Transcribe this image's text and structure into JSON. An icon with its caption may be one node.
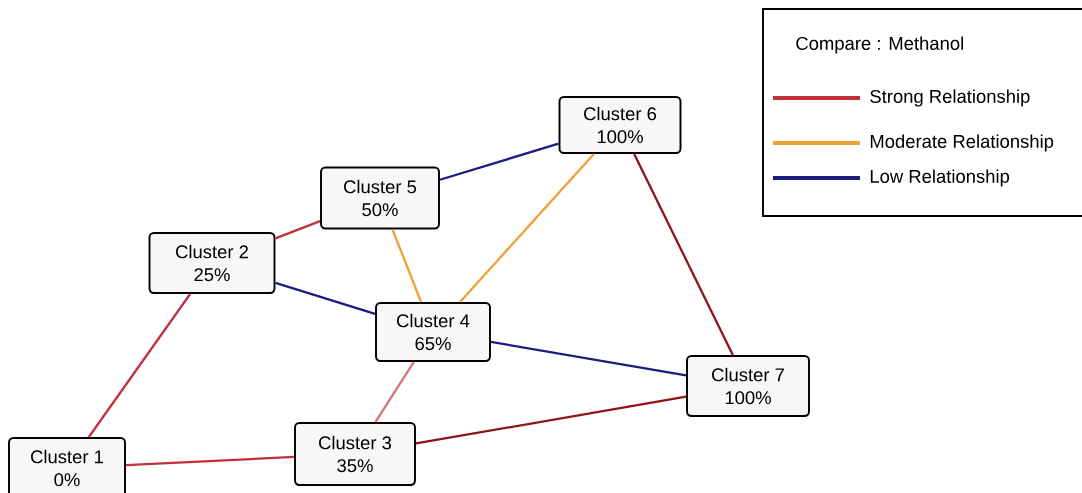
{
  "diagram": {
    "nodes": [
      {
        "text": [
          "Cluster 1",
          "0%"
        ]
      },
      {
        "text": [
          "Cluster 2",
          "25%"
        ]
      },
      {
        "text": [
          "Cluster 3",
          "35%"
        ]
      },
      {
        "text": [
          "Cluster 4",
          "65%"
        ]
      },
      {
        "text": [
          "Cluster 5",
          "50%"
        ]
      },
      {
        "text": [
          "Cluster 6",
          "100%"
        ]
      },
      {
        "text": [
          "Cluster 7",
          "100%"
        ]
      }
    ],
    "edges": [
      {
        "from": 0,
        "to": 1,
        "arrow": "none",
        "color": "#c2303c"
      },
      {
        "from": 0,
        "to": 2,
        "arrow": "none",
        "color": "#c2303c"
      },
      {
        "from": 1,
        "to": 4,
        "arrow": "none",
        "color": "#c2303c"
      },
      {
        "from": 1,
        "to": 3,
        "arrow": "none",
        "color": "#1c1c80"
      },
      {
        "from": 4,
        "to": 3,
        "arrow": "none",
        "color": "#f0a035"
      },
      {
        "from": 4,
        "to": 5,
        "arrow": "none",
        "color": "#1c1c80"
      },
      {
        "from": 5,
        "to": 3,
        "arrow": "none",
        "color": "#f0a035"
      },
      {
        "from": 5,
        "to": 6,
        "arrow": "none",
        "color": "#8e1418"
      },
      {
        "from": 3,
        "to": 6,
        "arrow": "none",
        "color": "#1c1c80"
      },
      {
        "from": 3,
        "to": 2,
        "arrow": "none",
        "color": "#d87274"
      },
      {
        "from": 2,
        "to": 6,
        "arrow": "none",
        "color": "#8e1418"
      }
    ],
    "labels": [
      "Compare : Methanol"
    ],
    "legend": [
      {
        "text": "Strong Relationship",
        "color": "#c2303c"
      },
      {
        "text": "Moderate Relationship",
        "color": "#f0a035"
      },
      {
        "text": "Low Relationship",
        "color": "#1c1c80"
      }
    ]
  }
}
